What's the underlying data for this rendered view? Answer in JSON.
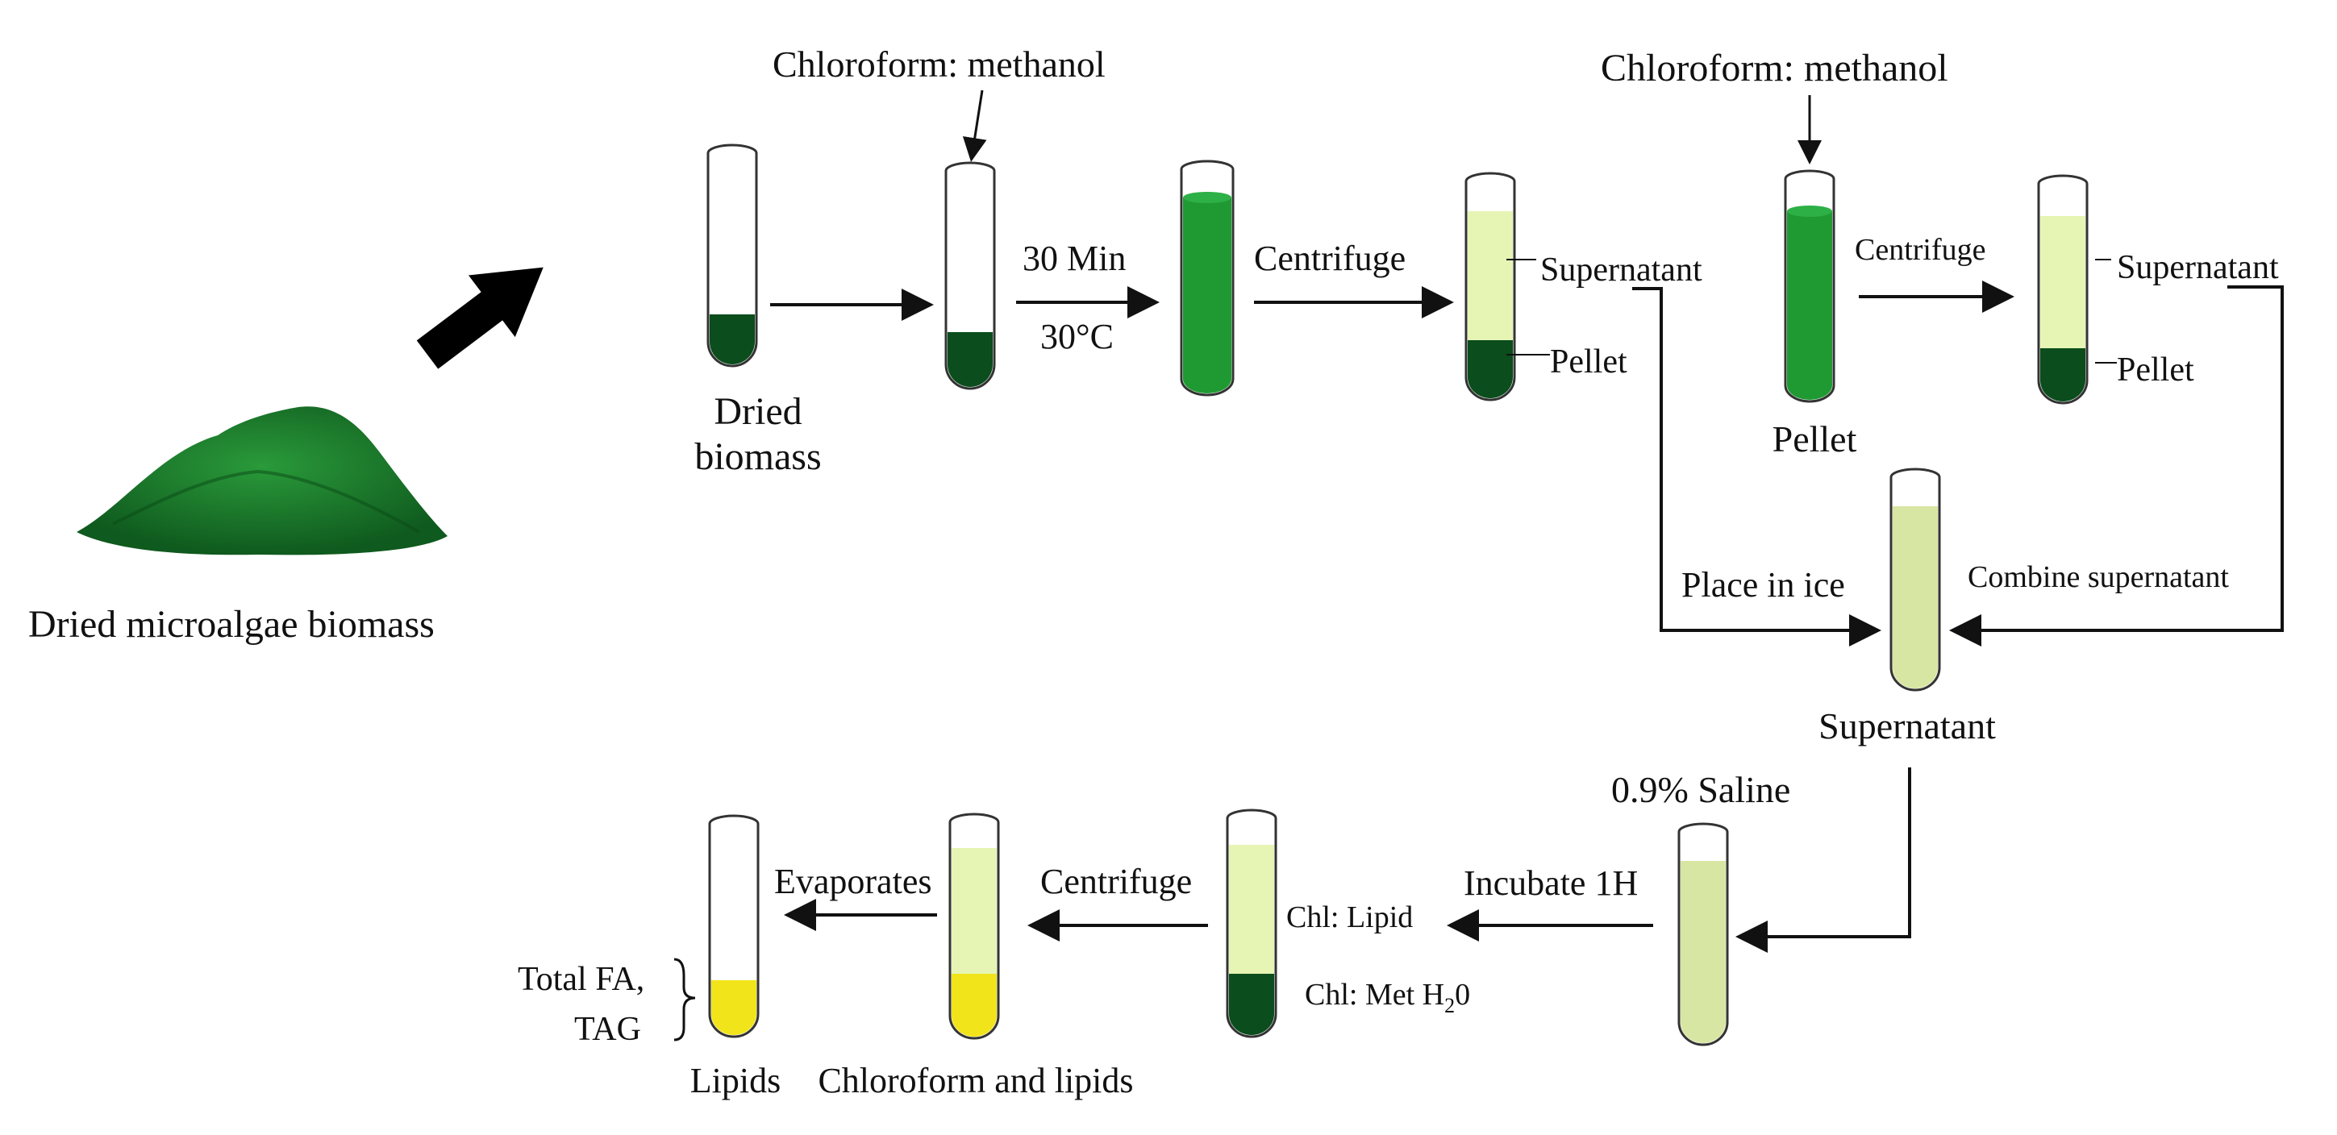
{
  "colors": {
    "dark_green": "#0b4d1c",
    "bright_green": "#1f9a33",
    "pale_green": "#e6f5b4",
    "pale_green2": "#d8e6a3",
    "yellow": "#f2e41a",
    "powder": "#1f7a2c",
    "outline": "#333333",
    "ink": "#111111"
  },
  "powder": {
    "caption": "Dried microalgae biomass"
  },
  "top_row": {
    "reagent_1": "Chloroform: methanol",
    "tube1_label_line1": "Dried",
    "tube1_label_line2": "biomass",
    "incubation_time": "30 Min",
    "incubation_temp": "30°C",
    "step_centrifuge_1": "Centrifuge",
    "tube4_supernatant": "Supernatant",
    "tube4_pellet": "Pellet",
    "reagent_2": "Chloroform: methanol",
    "tube5_label": "Pellet",
    "step_centrifuge_2": "Centrifuge",
    "tube6_supernatant": "Supernatant",
    "tube6_pellet": "Pellet"
  },
  "middle": {
    "place_in_ice": "Place in ice",
    "combine_supernatant": "Combine supernatant",
    "tube7_label": "Supernatant"
  },
  "bottom_row": {
    "saline": "0.9% Saline",
    "incubate": "Incubate  1H",
    "chl_lipid": "Chl: Lipid",
    "chl_met": "Chl: Met H",
    "chl_met_sub": "2",
    "chl_met_end": "0",
    "step_centrifuge_3": "Centrifuge",
    "chloroform_lipids": "Chloroform and lipids",
    "evaporates": "Evaporates",
    "total_fa": "Total FA,",
    "tag": "TAG",
    "lipids": "Lipids"
  }
}
